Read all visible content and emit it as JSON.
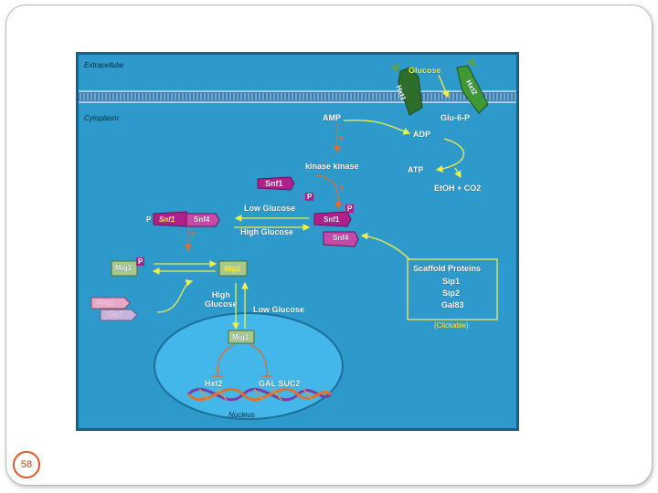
{
  "slide": {
    "page_number": "58"
  },
  "regions": {
    "extracellular": "Extracellular",
    "cytoplasm": "Cytoplasm",
    "nucleus": "Nucleus"
  },
  "transporters": {
    "hxt1": "Hxt1",
    "hxt2": "Hxt2"
  },
  "metabolites": {
    "glucose": "Glucose",
    "glu6p": "Glu-6-P",
    "amp": "AMP",
    "adp": "ADP",
    "atp": "ATP",
    "etoh_co2": "EtOH + CO2"
  },
  "signaling": {
    "kinase_kinase": "kinase kinase",
    "question_mark": "?",
    "phospho": "P",
    "low_glucose": "Low Glucose",
    "high_glucose": "High Glucose",
    "high_glucose_stacked": [
      "High",
      "Glucose"
    ]
  },
  "proteins": {
    "snf1": "Snf1",
    "snf4": "Snf4",
    "mig1": "Mig1",
    "reg1": "Reg1",
    "glc7": "Glc7"
  },
  "scaffold": {
    "title": "Scaffold Proteins",
    "items": [
      "Sip1",
      "Sip2",
      "Gal83"
    ],
    "note": "(Clickable)"
  },
  "genes": {
    "hxt2": "Hxt2",
    "gal_suc2": "GAL SUC2"
  },
  "colors": {
    "background": "#2d9acb",
    "membrane": "#3b7fae",
    "nucleus": "#43b6ea",
    "arrow_yellow": "#f2ee4a",
    "arrow_orange": "#e66b2a",
    "snf1_magenta": "#b0208c",
    "snf4_magenta": "#c64aa8",
    "transporter_green": "#2f6e2a",
    "mig1_green": "#8ab06a",
    "page_number_accent": "#d9572a"
  }
}
